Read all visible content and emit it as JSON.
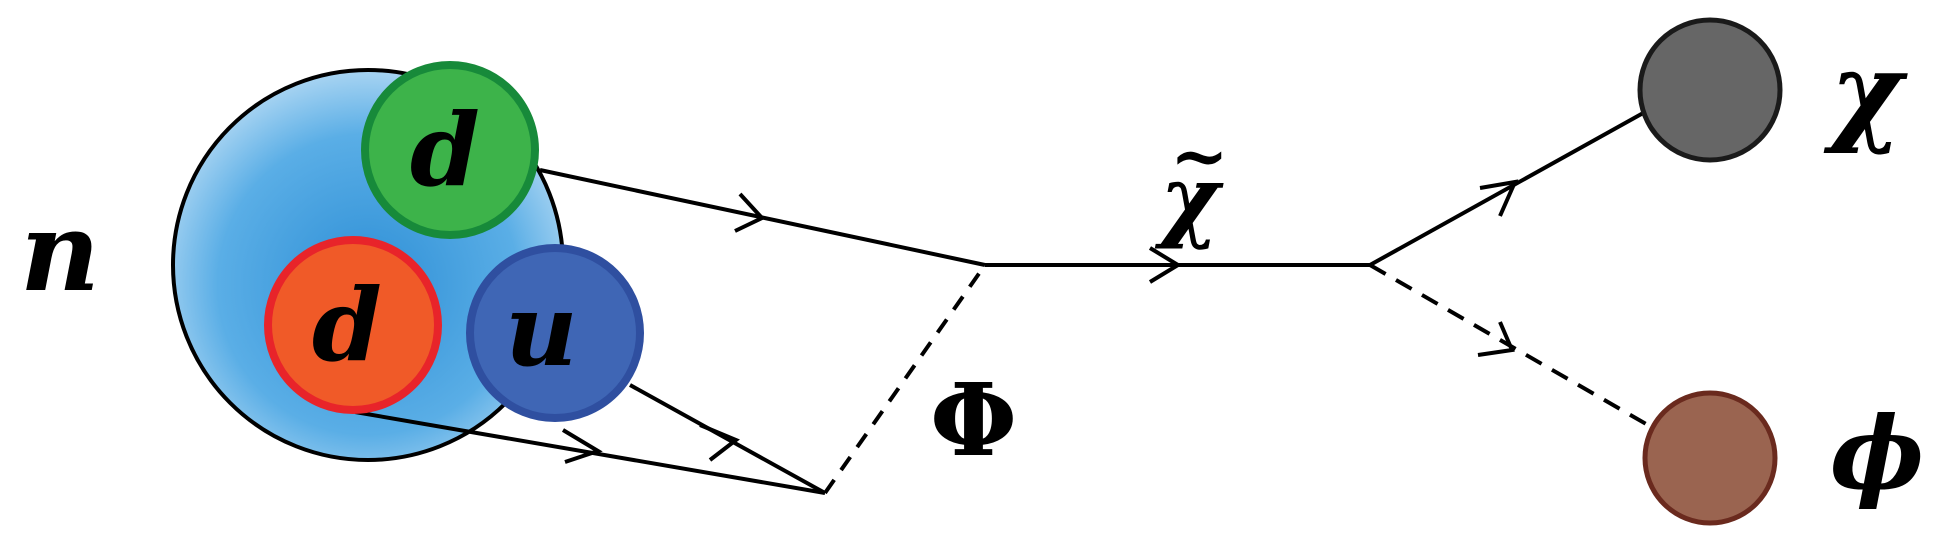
{
  "labels": {
    "neutron": "n",
    "mediator": "Φ",
    "intermediate": "χ",
    "intermediate_tilde": "~",
    "final_fermion": "χ",
    "final_scalar": "ϕ"
  },
  "quarks": [
    {
      "label": "d",
      "fill": "#3db34a",
      "stroke": "#178a3a"
    },
    {
      "label": "d",
      "fill": "#f05a28",
      "stroke": "#e8242a"
    },
    {
      "label": "u",
      "fill": "#3f66b5",
      "stroke": "#2f4fa0"
    }
  ],
  "colors": {
    "nucleon_center": "#2e8fd6",
    "nucleon_edge": "#a8d4f2",
    "chi_ball": "#666666",
    "phi_ball": "#9a6450",
    "phi_ball_stroke": "#6a2a1e"
  }
}
